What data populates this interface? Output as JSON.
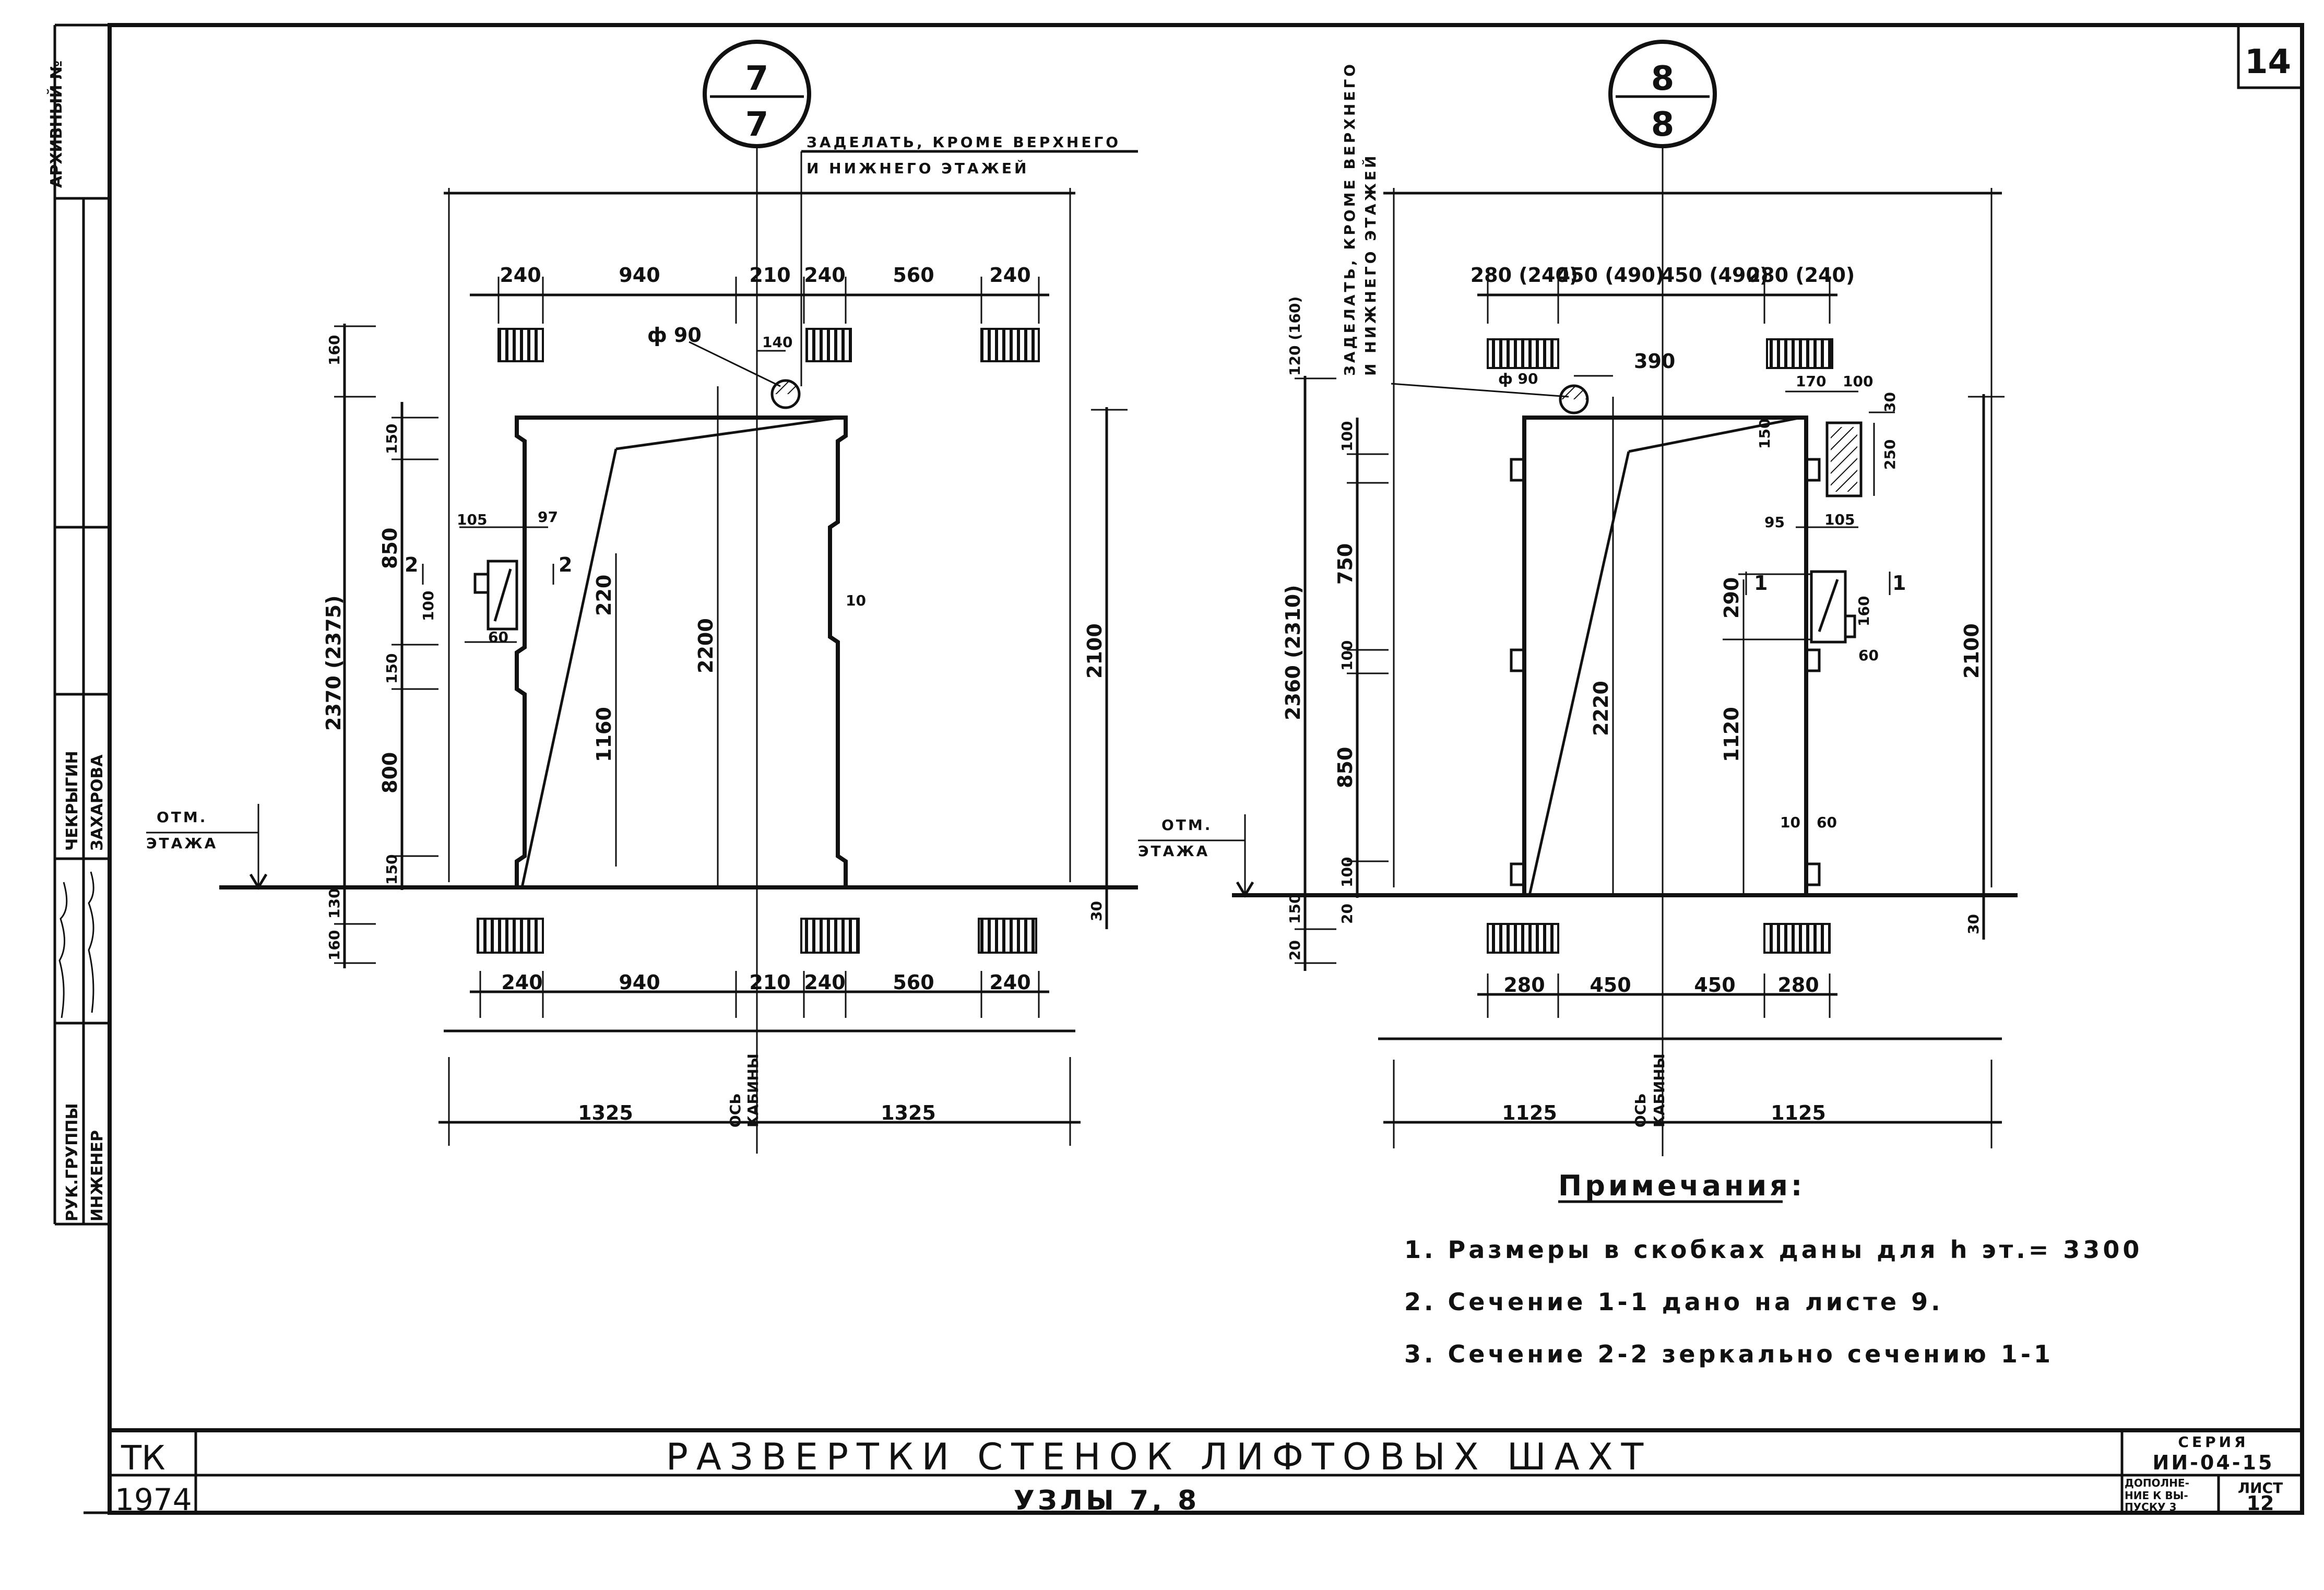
{
  "sheet": {
    "page_number": "14",
    "sheet_label": "ЛИСТ",
    "sheet_no": "12",
    "series_label": "СЕРИЯ",
    "series": "ИИ-04-15",
    "supplement": [
      "ДОПОЛНЕ-",
      "НИЕ К ВЫ-",
      "ПУСКУ 3"
    ],
    "org": "ТК",
    "year": "1974",
    "title": "РАЗВЕРТКИ СТЕНОК ЛИФТОВЫХ ШАХТ",
    "subtitle": "УЗЛЫ 7, 8"
  },
  "side_stamp": {
    "archive": "АРХИВНЫЙ №",
    "role1": "РУК.ГРУППЫ",
    "name1": "ЧЕКРЫГИН",
    "role2": "ИНЖЕНЕР",
    "name2": "ЗАХАРОВА"
  },
  "node7": {
    "num_top": "7",
    "num_bottom": "7",
    "callout_l1": "ЗАДЕЛАТЬ, КРОМЕ ВЕРХНЕГО",
    "callout_l2": "И НИЖНЕГО ЭТАЖЕЙ",
    "top_dims": [
      "240",
      "940",
      "210",
      "240",
      "560",
      "240"
    ],
    "bottom_dims": [
      "240",
      "940",
      "210",
      "240",
      "560",
      "240"
    ],
    "pipe": "ф 90",
    "pipe_offset": "140",
    "v_overall": "2370 (2375)",
    "v_top": "160",
    "v_150a": "150",
    "v_850": "850",
    "v_150b": "150",
    "v_800": "800",
    "v_150c": "150",
    "v_130": "130",
    "v_160": "160",
    "box_105": "105",
    "box_97": "97",
    "box_100": "100",
    "box_60": "60",
    "sec_2a": "2",
    "sec_2b": "2",
    "h_220": "220",
    "h_2200": "2200",
    "h_1160": "1160",
    "h_10": "10",
    "h_2100": "2100",
    "h_30": "30",
    "level_l1": "ОТМ.",
    "level_l2": "ЭТАЖА",
    "half_l": "1325",
    "half_r": "1325",
    "axis_l1": "ОСЬ",
    "axis_l2": "КАБИНЫ"
  },
  "node8": {
    "num_top": "8",
    "num_bottom": "8",
    "callout_l1": "ЗАДЕЛАТЬ, КРОМЕ ВЕРХНЕГО",
    "callout_l2": "И НИЖНЕГО ЭТАЖЕЙ",
    "top_dims": [
      "280 (240)",
      "450 (490)",
      "450 (490)",
      "280 (240)"
    ],
    "bottom_dims": [
      "280",
      "450",
      "450",
      "280"
    ],
    "pipe": "ф 90",
    "pipe_offset": "390",
    "v_overall": "2360 (2310)",
    "v_top": "120 (160)",
    "v_100a": "100",
    "v_750": "750",
    "v_100b": "100",
    "v_850": "850",
    "v_100c": "100",
    "v_20a": "20",
    "v_150": "150",
    "v_20b": "20",
    "box_170": "170",
    "box_100": "100",
    "box_30": "30",
    "box_250": "250",
    "box_150": "150",
    "box_95": "95",
    "box_105": "105",
    "box_290": "290",
    "box_160": "160",
    "box_60": "60",
    "sec_1a": "1",
    "sec_1b": "1",
    "h_2220": "2220",
    "h_1120": "1120",
    "h_10": "10",
    "h_60": "60",
    "h_2100": "2100",
    "h_30": "30",
    "level_l1": "ОТМ.",
    "level_l2": "ЭТАЖА",
    "half_l": "1125",
    "half_r": "1125",
    "axis_l1": "ОСЬ",
    "axis_l2": "КАБИНЫ"
  },
  "notes": {
    "heading": "Примечания:",
    "items": [
      "1. Размеры в скобках даны для h эт.= 3300",
      "2. Сечение 1-1 дано на листе 9.",
      "3. Сечение 2-2 зеркально сечению 1-1"
    ]
  }
}
